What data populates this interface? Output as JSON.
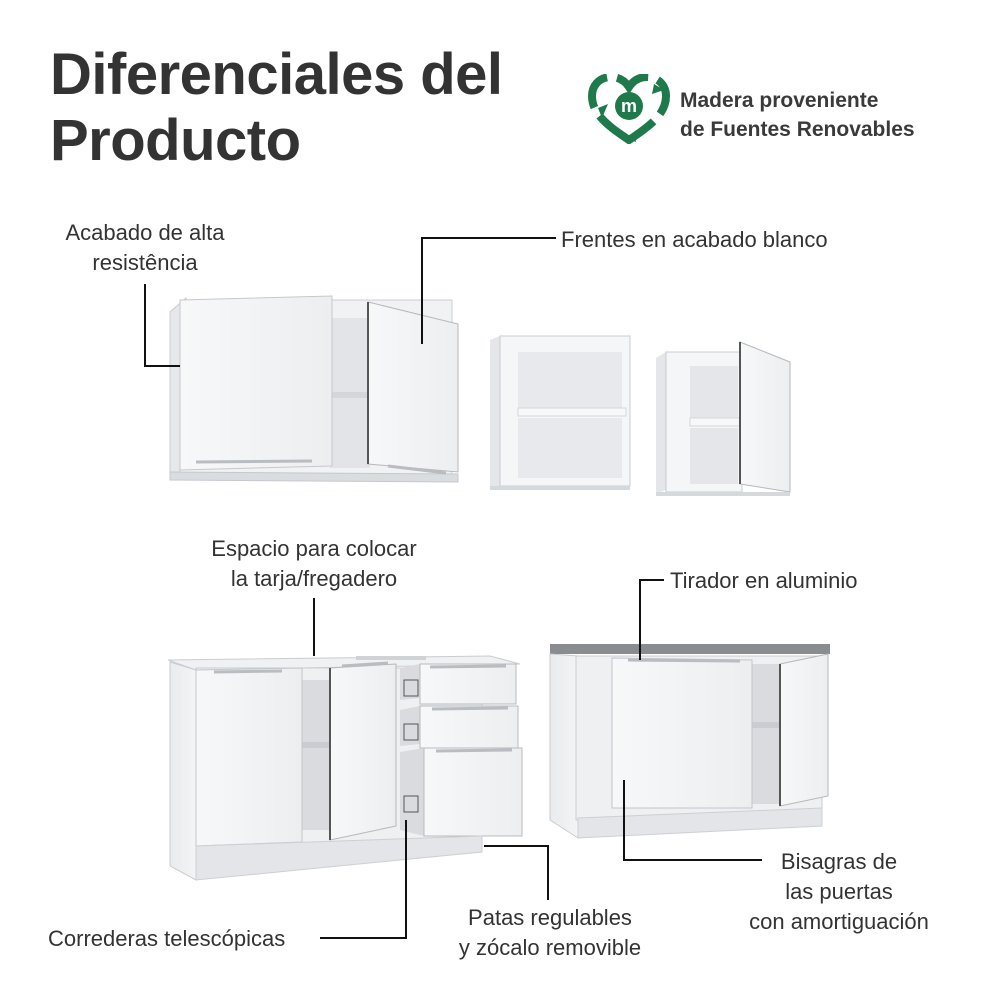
{
  "title": {
    "line1": "Diferenciales del",
    "line2": "Producto"
  },
  "badge": {
    "icon": "recycle-heart-icon",
    "letter": "m",
    "color": "#1e7a4a",
    "line1": "Madera proveniente",
    "line2": "de Fuentes Renovables"
  },
  "callouts": {
    "acabado": {
      "line1": "Acabado de alta",
      "line2": "resistência"
    },
    "frentes": {
      "text": "Frentes en acabado blanco"
    },
    "espacio": {
      "line1": "Espacio para colocar",
      "line2": "la tarja/fregadero"
    },
    "tirador": {
      "text": "Tirador en aluminio"
    },
    "bisagras": {
      "line1": "Bisagras de",
      "line2": "las puertas",
      "line3": "con amortiguación"
    },
    "patas": {
      "line1": "Patas regulables",
      "line2": "y zócalo removible"
    },
    "correderas": {
      "text": "Correderas telescópicas"
    }
  },
  "colors": {
    "cabinet_white": "#f4f5f6",
    "cabinet_shade": "#dfe1e3",
    "countertop": "#8a8d90",
    "leader_line": "#111111"
  }
}
